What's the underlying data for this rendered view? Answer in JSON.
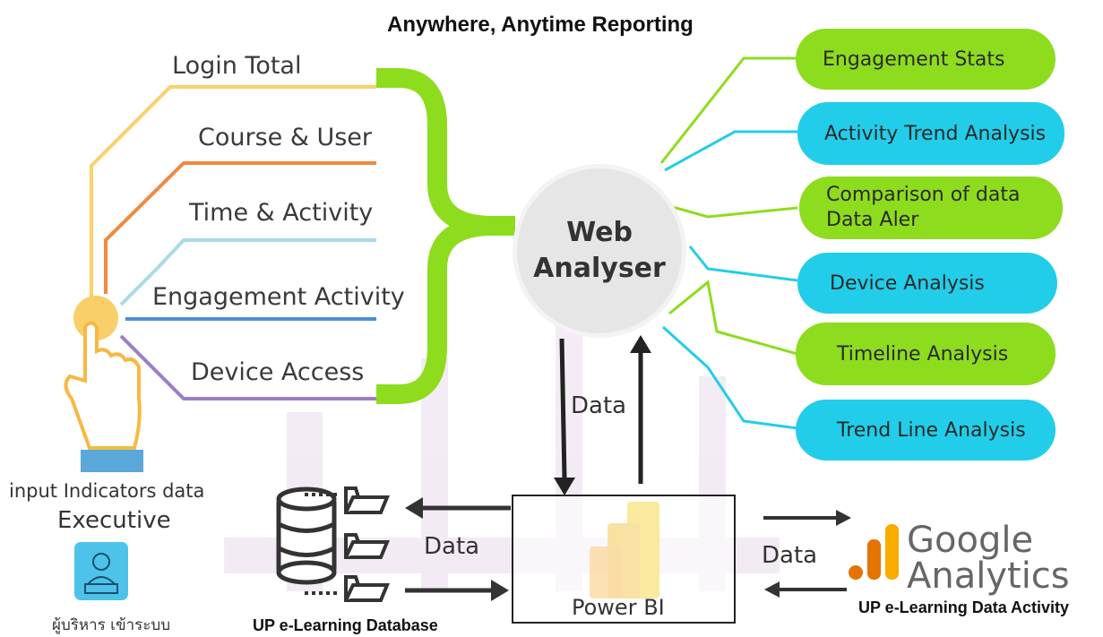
{
  "title": "Anywhere, Anytime Reporting",
  "indicators": [
    {
      "label": "Login Total",
      "color": "#f9d26a"
    },
    {
      "label": "Course & User",
      "color": "#f08a3e"
    },
    {
      "label": "Time & Activity",
      "color": "#a9dbe6"
    },
    {
      "label": "Engagement Activity",
      "color": "#4f8fd1"
    },
    {
      "label": "Device Access",
      "color": "#9b7fc4"
    }
  ],
  "center": {
    "line1": "Web",
    "line2": "Analyser"
  },
  "outputs": [
    {
      "line1": "Engagement  Stats",
      "line2": "",
      "color": "#8edc1e"
    },
    {
      "line1": "Activity Trend Analysis",
      "line2": "",
      "color": "#22cde9"
    },
    {
      "line1": "Comparison of data",
      "line2": "Data  Aler",
      "color": "#8edc1e"
    },
    {
      "line1": "Device  Analysis",
      "line2": "",
      "color": "#22cde9"
    },
    {
      "line1": "Timeline  Analysis",
      "line2": "",
      "color": "#8edc1e"
    },
    {
      "line1": "Trend Line Analysis",
      "line2": "",
      "color": "#22cde9"
    }
  ],
  "executive": {
    "input_label": "input Indicators data",
    "role": "Executive",
    "login_caption": "ผู้บริหาร เข้าระบบ",
    "icon": "executive-desk-icon"
  },
  "flow": {
    "data_vertical": "Data",
    "data_db": "Data",
    "data_ga": "Data",
    "power_bi": "Power BI",
    "database_caption": "UP e-Learning Database",
    "ga_caption": "UP e-Learning Data Activity",
    "ga_line1": "Google",
    "ga_line2": "Analytics"
  },
  "colors": {
    "green": "#8edc1e",
    "cyan": "#22cde9",
    "hand": "#f9cf6a",
    "exec_icon_bg": "#4dc3ea"
  }
}
